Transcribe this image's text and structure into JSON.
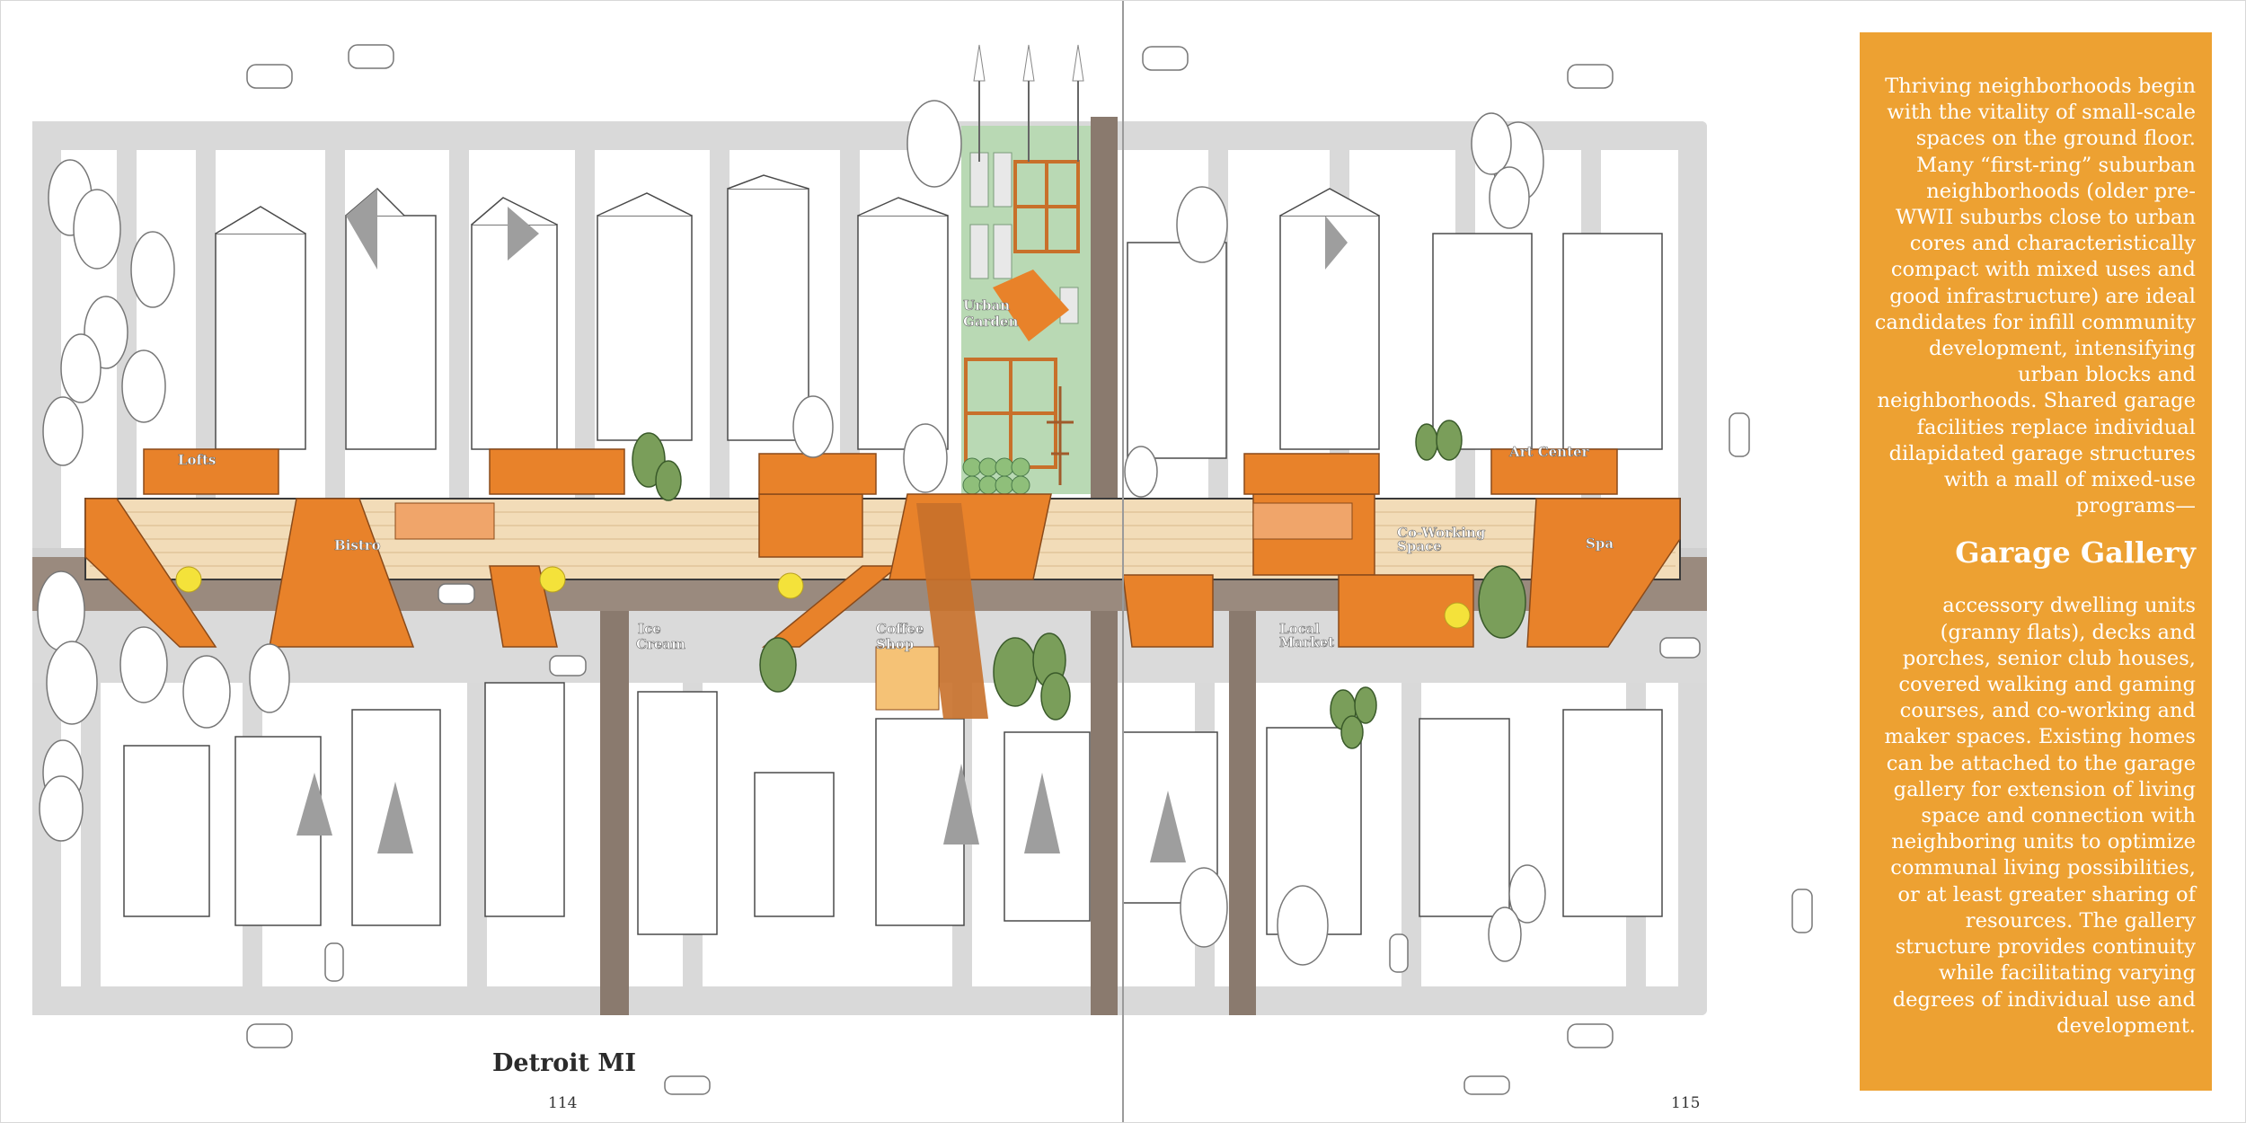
{
  "left_page": {
    "caption": "Detroit MI",
    "page_number": "114"
  },
  "right_page": {
    "page_number": "115"
  },
  "plan_labels": {
    "urban_garden": [
      "Urban",
      "Garden"
    ],
    "lofts": "Lofts",
    "bistro": "Bistro",
    "ice_cream": [
      "Ice",
      "Cream"
    ],
    "coffee_shop": [
      "Coffee",
      "Shop"
    ],
    "local_market": [
      "Local",
      "Market"
    ],
    "co_working": [
      "Co-Working",
      "Space"
    ],
    "art_center": "Art Center",
    "spa": "Spa"
  },
  "sidebar": {
    "intro": "Thriving neighborhoods begin with the vitality of small-scale spaces on the ground floor. Many “first-ring” suburban neighborhoods (older pre-WWII suburbs close to urban cores and characteristically compact with mixed uses and good infrastructure) are ideal candidates for infill community development, intensifying urban blocks and neighborhoods. Shared garage facilities replace individual dilapidated garage structures with a mall of mixed-use programs—",
    "heading": "Garage Gallery",
    "body": "accessory dwelling units (granny flats), decks and porches, senior club houses, covered walking and gaming courses, and co-working and maker spaces. Existing homes can be attached to the garage gallery for extension of living space and connection with neighboring units to optimize communal living possibilities, or at least greater sharing of resources. The gallery structure provides continuity while facilitating varying degrees of individual use and development."
  },
  "colors": {
    "panel": "#eda132",
    "gallery_orange": "#e8822a",
    "gallery_roof": "#f2dcb8",
    "garden_green": "#b9d9b4",
    "road": "#d9d9d9",
    "alley": "#8a7a6e"
  }
}
